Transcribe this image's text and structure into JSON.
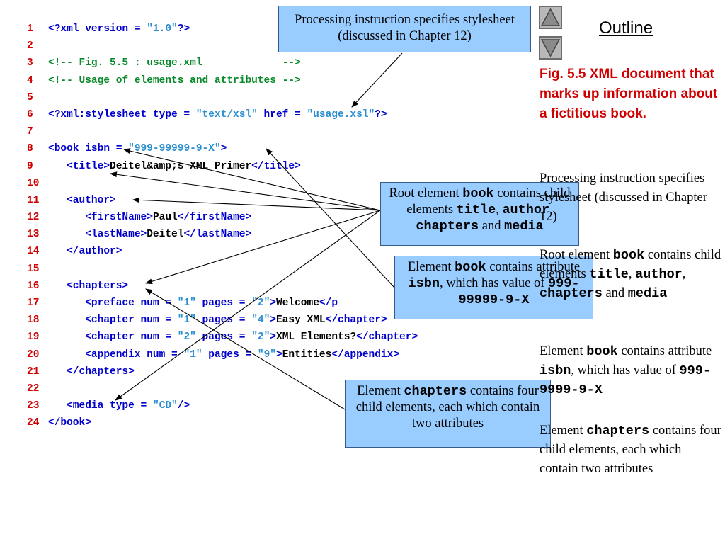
{
  "code_lines": [
    {
      "num": "1",
      "parts": [
        [
          "tag",
          "<?xml version = "
        ],
        [
          "str",
          "\"1.0\""
        ],
        [
          "tag",
          "?>"
        ]
      ]
    },
    {
      "num": "2",
      "parts": []
    },
    {
      "num": "3",
      "parts": [
        [
          "cmt",
          "<!-- Fig. 5.5 : usage.xml             -->"
        ]
      ]
    },
    {
      "num": "4",
      "parts": [
        [
          "cmt",
          "<!-- Usage of elements and attributes -->"
        ]
      ]
    },
    {
      "num": "5",
      "parts": []
    },
    {
      "num": "6",
      "parts": [
        [
          "tag",
          "<?xml:stylesheet type = "
        ],
        [
          "str",
          "\"text/xsl\""
        ],
        [
          "tag",
          " href = "
        ],
        [
          "str",
          "\"usage.xsl\""
        ],
        [
          "tag",
          "?>"
        ]
      ]
    },
    {
      "num": "7",
      "parts": []
    },
    {
      "num": "8",
      "parts": [
        [
          "tag",
          "<book isbn = "
        ],
        [
          "str",
          "\"999-99999-9-X\""
        ],
        [
          "tag",
          ">"
        ]
      ]
    },
    {
      "num": "9",
      "parts": [
        [
          "txt",
          "   "
        ],
        [
          "tag",
          "<title>"
        ],
        [
          "txt",
          "Deitel&amp;s XML Primer"
        ],
        [
          "tag",
          "</title>"
        ]
      ]
    },
    {
      "num": "10",
      "parts": []
    },
    {
      "num": "11",
      "parts": [
        [
          "txt",
          "   "
        ],
        [
          "tag",
          "<author>"
        ]
      ]
    },
    {
      "num": "12",
      "parts": [
        [
          "txt",
          "      "
        ],
        [
          "tag",
          "<firstName>"
        ],
        [
          "txt",
          "Paul"
        ],
        [
          "tag",
          "</firstName>"
        ]
      ]
    },
    {
      "num": "13",
      "parts": [
        [
          "txt",
          "      "
        ],
        [
          "tag",
          "<lastName>"
        ],
        [
          "txt",
          "Deitel"
        ],
        [
          "tag",
          "</lastName>"
        ]
      ]
    },
    {
      "num": "14",
      "parts": [
        [
          "txt",
          "   "
        ],
        [
          "tag",
          "</author>"
        ]
      ]
    },
    {
      "num": "15",
      "parts": []
    },
    {
      "num": "16",
      "parts": [
        [
          "txt",
          "   "
        ],
        [
          "tag",
          "<chapters>"
        ]
      ]
    },
    {
      "num": "17",
      "parts": [
        [
          "txt",
          "      "
        ],
        [
          "tag",
          "<preface num = "
        ],
        [
          "str",
          "\"1\""
        ],
        [
          "tag",
          " pages = "
        ],
        [
          "str",
          "\"2\""
        ],
        [
          "tag",
          ">"
        ],
        [
          "txt",
          "Welcome"
        ],
        [
          "tag",
          "</p"
        ]
      ]
    },
    {
      "num": "18",
      "parts": [
        [
          "txt",
          "      "
        ],
        [
          "tag",
          "<chapter num = "
        ],
        [
          "str",
          "\"1\""
        ],
        [
          "tag",
          " pages = "
        ],
        [
          "str",
          "\"4\""
        ],
        [
          "tag",
          ">"
        ],
        [
          "txt",
          "Easy XML"
        ],
        [
          "tag",
          "</chapter>"
        ]
      ]
    },
    {
      "num": "19",
      "parts": [
        [
          "txt",
          "      "
        ],
        [
          "tag",
          "<chapter num = "
        ],
        [
          "str",
          "\"2\""
        ],
        [
          "tag",
          " pages = "
        ],
        [
          "str",
          "\"2\""
        ],
        [
          "tag",
          ">"
        ],
        [
          "txt",
          "XML Elements?"
        ],
        [
          "tag",
          "</chapter>"
        ]
      ]
    },
    {
      "num": "20",
      "parts": [
        [
          "txt",
          "      "
        ],
        [
          "tag",
          "<appendix num = "
        ],
        [
          "str",
          "\"1\""
        ],
        [
          "tag",
          " pages = "
        ],
        [
          "str",
          "\"9\""
        ],
        [
          "tag",
          ">"
        ],
        [
          "txt",
          "Entities"
        ],
        [
          "tag",
          "</appendix>"
        ]
      ]
    },
    {
      "num": "21",
      "parts": [
        [
          "txt",
          "   "
        ],
        [
          "tag",
          "</chapters>"
        ]
      ]
    },
    {
      "num": "22",
      "parts": []
    },
    {
      "num": "23",
      "parts": [
        [
          "txt",
          "   "
        ],
        [
          "tag",
          "<media type = "
        ],
        [
          "str",
          "\"CD\""
        ],
        [
          "tag",
          "/>"
        ]
      ]
    },
    {
      "num": "24",
      "parts": [
        [
          "tag",
          "</book>"
        ]
      ]
    }
  ],
  "callouts": {
    "pi": "Processing instruction specifies stylesheet (discussed in Chapter 12)",
    "root": {
      "t1": "Root element ",
      "m1": "book",
      "t2": " contains child elements ",
      "m2": "title",
      "t3": ", ",
      "m3": "author",
      "t4": ", ",
      "m4": "chapters",
      "t5": " and ",
      "m5": "media"
    },
    "isbn": {
      "t1": "Element ",
      "m1": "book",
      "t2": " contains attribute ",
      "m2": "isbn",
      "t3": ", which has value of ",
      "m3": "999-99999-9-X"
    },
    "chapters": {
      "t1": "Element ",
      "m1": "chapters",
      "t2": " contains four child elements, each which contain two attributes"
    }
  },
  "sidebar": {
    "outline_label": "Outline",
    "up_label": "Previous slide",
    "down_label": "Next slide",
    "caption": "Fig. 5.5    XML document that marks up information about a fictitious book.",
    "note1": "Processing instruction specifies stylesheet (discussed in Chapter 12)",
    "note2": {
      "t1": "Root element ",
      "m1": "book",
      "t2": " contains child elements ",
      "m2": "title",
      "t3": ", ",
      "m3": "author",
      "t4": ", ",
      "m4": "chapters",
      "t5": " and ",
      "m5": "media"
    },
    "note3": {
      "t1": "Element ",
      "m1": "book",
      "t2": " contains attribute ",
      "m2": "isbn",
      "t3": ", which has value of ",
      "m3": "999-9999-9-X"
    },
    "note4": {
      "t1": "Element ",
      "m1": "chapters",
      "t2": " contains four child elements, each which contain two attributes"
    }
  },
  "colors": {
    "line_number": "#d00000",
    "tag": "#0000cc",
    "string": "#2a8fd0",
    "comment": "#0a8a2a",
    "callout_fill": "#99ccff",
    "caption": "#d00000"
  },
  "icons": {
    "up": "triangle-up-icon",
    "down": "triangle-down-icon"
  }
}
